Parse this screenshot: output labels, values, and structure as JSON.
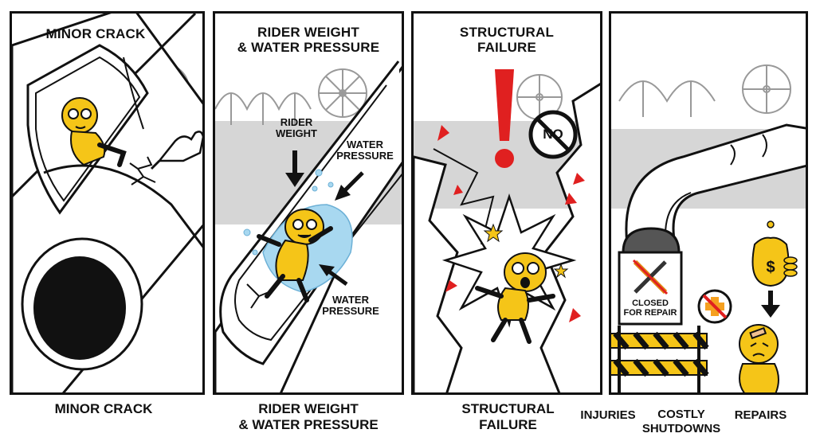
{
  "panels": [
    {
      "title": [
        "MINOR CRACK"
      ],
      "caption": [
        "MINOR CRACK"
      ]
    },
    {
      "title": [
        "RIDER WEIGHT",
        "& WATER PRESSURE"
      ],
      "labels": {
        "rider_weight": [
          "RIDER",
          "WEIGHT"
        ],
        "water_pressure_top": [
          "WATER",
          "PRESSURE"
        ],
        "water_pressure_bottom": [
          "WATER",
          "PRESSURE"
        ]
      },
      "caption": [
        "RIDER WEIGHT",
        "& WATER PRESSURE"
      ]
    },
    {
      "title": [
        "STRUCTURAL",
        "FAILURE"
      ],
      "no_sign": "NO",
      "caption": [
        "STRUCTURAL",
        "FAILURE"
      ]
    },
    {
      "sign": [
        "CLOSED",
        "FOR REPAIR"
      ],
      "captions": {
        "injuries": "INJURIES",
        "costly": [
          "COSTLY",
          "SHUTDOWNS"
        ],
        "repairs": "REPAIRS"
      }
    }
  ],
  "colors": {
    "rider": "#f5c518",
    "water": "#a8d8f0",
    "alert": "#e02020",
    "sky_band": "#d6d6d6",
    "ink": "#111111"
  },
  "icons": [
    "pointing-hand-icon",
    "ferris-wheel-icon",
    "roller-coaster-icon",
    "exclamation-icon",
    "no-sign-icon",
    "wrench-screwdriver-icon",
    "money-bag-icon",
    "coins-icon",
    "first-aid-cross-icon",
    "barricade-icon"
  ]
}
